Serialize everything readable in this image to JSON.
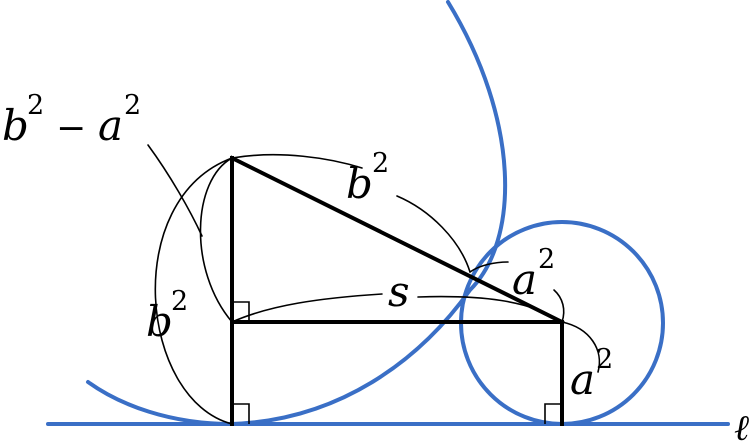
{
  "labels": {
    "b2_minus_a2": {
      "base_b": "b",
      "exp_b": "2",
      "minus": "−",
      "base_a": "a",
      "exp_a": "2"
    },
    "b2_hyp": {
      "base": "b",
      "exp": "2"
    },
    "b2_left": {
      "base": "b",
      "exp": "2"
    },
    "a2_upper": {
      "base": "a",
      "exp": "2"
    },
    "a2_lower": {
      "base": "a",
      "exp": "2"
    },
    "s": "s",
    "line": "ℓ"
  },
  "colors": {
    "circle": "#3a6fc6",
    "ink": "#000000"
  }
}
